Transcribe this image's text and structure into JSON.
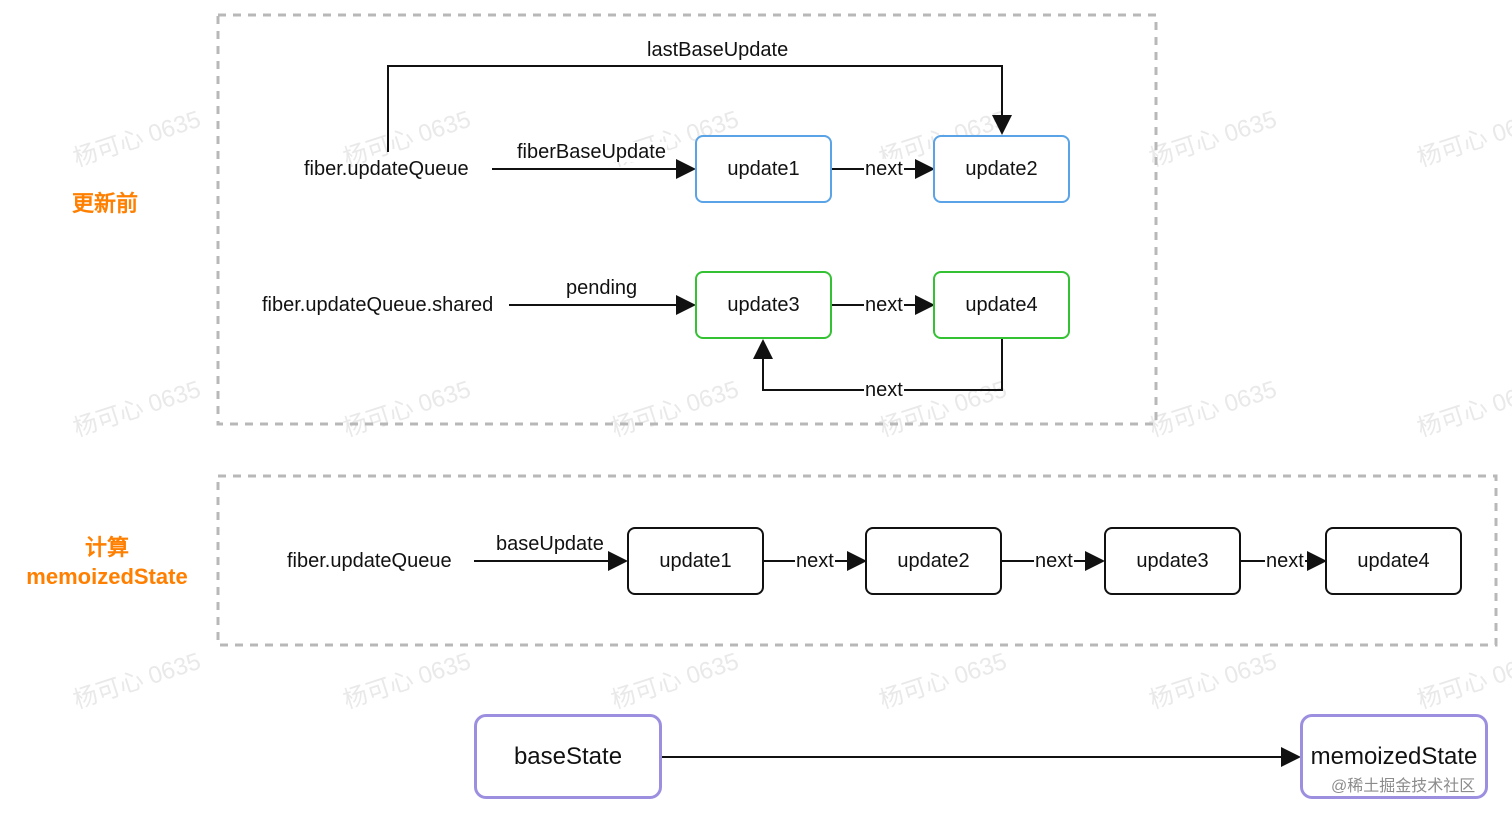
{
  "sections": {
    "before_title": "更新前",
    "compute_title_line1": "计算",
    "compute_title_line2": "memoizedState"
  },
  "before": {
    "labels": {
      "fiber_update_queue": "fiber.updateQueue",
      "fiber_update_queue_shared": "fiber.updateQueue.shared",
      "last_base_update": "lastBaseUpdate",
      "fiber_base_update": "fiberBaseUpdate",
      "pending": "pending",
      "next": "next"
    },
    "nodes": {
      "update1": "update1",
      "update2": "update2",
      "update3": "update3",
      "update4": "update4"
    }
  },
  "compute": {
    "labels": {
      "fiber_update_queue": "fiber.updateQueue",
      "base_update": "baseUpdate",
      "next": "next"
    },
    "nodes": [
      "update1",
      "update2",
      "update3",
      "update4"
    ]
  },
  "state": {
    "base_state": "baseState",
    "memoized_state": "memoizedState"
  },
  "watermark": "杨可心 0635",
  "credit": "@稀土掘金技术社区",
  "colors": {
    "accent": "#ff7f00",
    "blue_border": "#5aa3e6",
    "green_border": "#34c234",
    "purple_border": "#9d8fe0",
    "line": "#111111",
    "dashed_border": "#b8b8b8"
  }
}
